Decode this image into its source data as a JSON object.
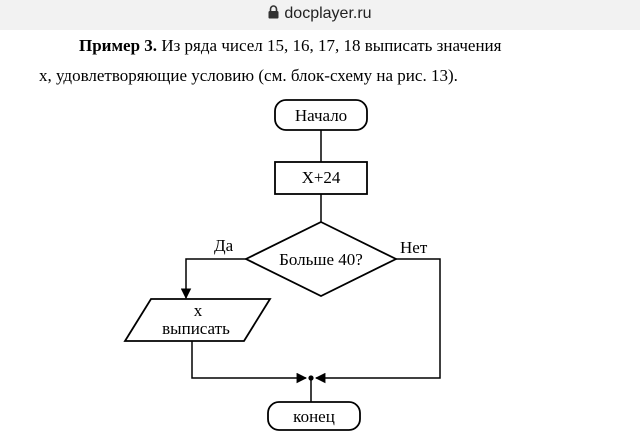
{
  "browser": {
    "url": "docplayer.ru",
    "lock_icon": "lock-icon"
  },
  "document": {
    "example_label": "Пример 3.",
    "line1_text": " Из ряда чисел 15, 16, 17, 18 выписать значения",
    "line2_text": "х, удовлетворяющие условию (см. блок-схему на рис. 13)."
  },
  "flowchart": {
    "start": "Начало",
    "process": "X+24",
    "decision": "Больше 40?",
    "yes": "Да",
    "no": "Нет",
    "output_line1": "x",
    "output_line2": "выписать",
    "end": "конец"
  }
}
